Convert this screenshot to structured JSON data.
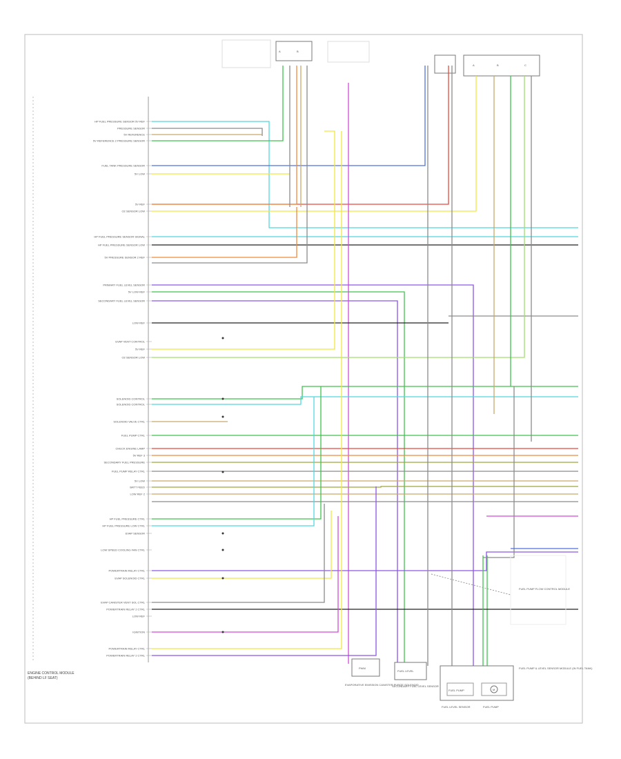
{
  "diagram": {
    "module_title": "ENGINE CONTROL MODULE",
    "module_subtitle": "(BEHIND LF SEAT)",
    "footer_note": "",
    "left_pin_labels": [
      "HP FUEL PRESSURE SENSOR 5V REF",
      "PRESSURE SENSOR",
      "5V REFERENCE",
      "5V REFERENCE 2 PRESSURE SENSOR",
      "FUEL TANK PRESSURE SENSOR",
      "5V LOW",
      "5V REF",
      "O2 SENSOR LOW",
      "HP FUEL PRESSURE SENSOR SIGNAL",
      "HP FUEL PRESSURE SENSOR LOW",
      "5V PRESSURE SENSOR 2 REF",
      "PRIMARY FUEL LEVEL SENSOR",
      "5V LOW REF",
      "SECONDARY FUEL LEVEL SENSOR",
      "LOW REF",
      "EVAP VENT CONTROL",
      "5V REF",
      "O2 SENSOR LOW",
      "SOLENOID CONTROL",
      "SOLENOID CONTROL",
      "SOLENOID VALVE CTRL",
      "FUEL PUMP CTRL",
      "CHECK ENGINE LAMP",
      "5V REF 3",
      "SECONDARY FUEL PRESSURE",
      "FUEL PUMP RELAY CTRL",
      "5V LOW",
      "BATT FEED",
      "LOW REF 2",
      "HP FUEL PRESSURE CTRL",
      "HP FUEL PRESSURE LOW CTRL",
      "EVAP SENSOR",
      "LOW SPEED COOLING FAN CTRL",
      "POWERTRAIN RELAY CTRL",
      "EVAP SOLENOID CTRL",
      "EVAP CANISTER VENT SOL CTRL",
      "POWERTRAIN RELAY 2 CTRL",
      "LOW REF",
      "IGNITION",
      "POWERTRAIN RELAY CTRL",
      "POWERTRAIN RELAY 2 CTRL"
    ],
    "bottom_components": [
      {
        "label": "PWM",
        "caption": "EVAPORATIVE EMISSION CANISTER PURGE SOLENOID"
      },
      {
        "label": "FUEL LEVEL",
        "caption": "SECONDARY FUEL LEVEL SENSOR"
      },
      {
        "label": "FUEL PUMP",
        "caption": "FUEL LEVEL SENSOR"
      },
      {
        "label": "M",
        "caption": "FUEL PUMP"
      }
    ],
    "bottom_right_caption": "FUEL PUMP & LEVEL SENSOR MODULE (IN FUEL TANK)",
    "right_side_caption": "FUEL PUMP FLOW CONTROL MODULE",
    "wire_colors": {
      "cyan": "#4fd8e0",
      "green": "#3ec24a",
      "yellow": "#f2e640",
      "orange": "#f08a3a",
      "red": "#e8473c",
      "violet": "#8a55e6",
      "magenta": "#d24ad8",
      "blue": "#4f6fe0",
      "tan": "#c9a76a",
      "gray": "#8a8a8a",
      "black": "#222222",
      "olive": "#9aa83a",
      "lime": "#9fe06a"
    }
  }
}
